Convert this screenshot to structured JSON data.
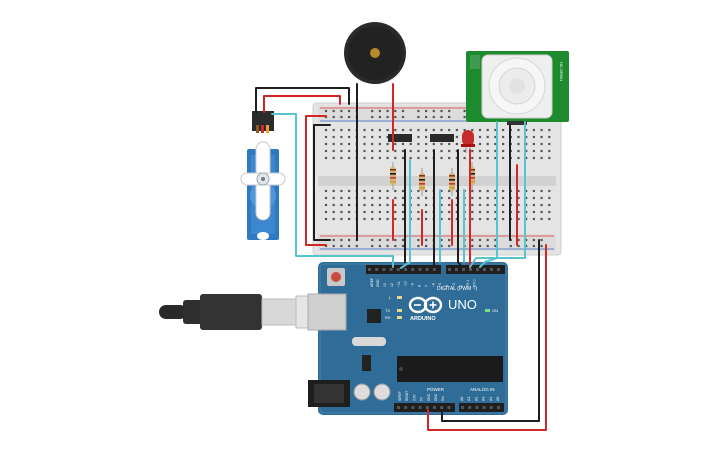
{
  "colors": {
    "wire_red": "#d32626",
    "wire_black": "#1e1e1e",
    "wire_cyan": "#58c4d0",
    "arduino_blue": "#2f6d98",
    "pir_green": "#1e8a2e",
    "servo_blue": "#2f78c2",
    "breadboard": "#e6e6e6"
  },
  "components": {
    "pir_sensor": {
      "label": "HC-SR501"
    },
    "led": {
      "color": "red"
    },
    "resistors": {
      "count": 4
    }
  },
  "arduino": {
    "brand": "ARDUINO",
    "model": "UNO",
    "digital_label": "DIGITAL (PWM ~)",
    "power_label": "POWER",
    "analog_label": "ANALOG IN",
    "tx_label": "TX",
    "rx_label": "RX",
    "l_label": "L",
    "on_label": "ON",
    "aref_label": "AREF",
    "gnd_label": "GND",
    "digital_pins": [
      "13",
      "12",
      "~11",
      "~10",
      "~9",
      "8",
      "7",
      "~6",
      "~5",
      "4",
      "~3",
      "2",
      "TX 1",
      "RX 0"
    ],
    "power_pins": [
      "IOREF",
      "RESET",
      "3.3V",
      "5V",
      "GND",
      "GND",
      "Vin"
    ],
    "analog_pins": [
      "A0",
      "A1",
      "A2",
      "A3",
      "A4",
      "A5"
    ]
  }
}
